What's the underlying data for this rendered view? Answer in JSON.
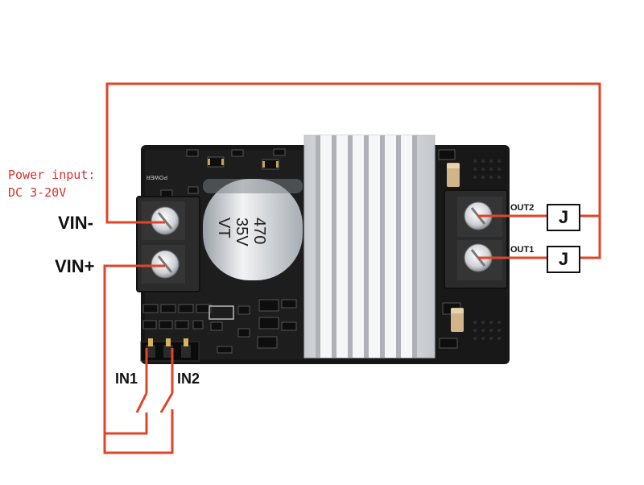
{
  "labels": {
    "power_line1": "Power input:",
    "power_line2": "DC 3-20V",
    "vin_minus": "VIN-",
    "vin_plus": "VIN+",
    "in1": "IN1",
    "in2": "IN2",
    "out2": "OUT2",
    "out1": "OUT1",
    "load_top": "J",
    "load_bottom": "J"
  },
  "board": {
    "capacitor_line1": "470",
    "capacitor_line2": "35V",
    "capacitor_line3": "VT",
    "silk_power": "POWER"
  },
  "colors": {
    "wire": "#e0452a",
    "pcb": "#1a1a1a",
    "heatsink": "#d9dcdf",
    "terminal": "#2b2b2b",
    "text_red": "#d8332b"
  }
}
